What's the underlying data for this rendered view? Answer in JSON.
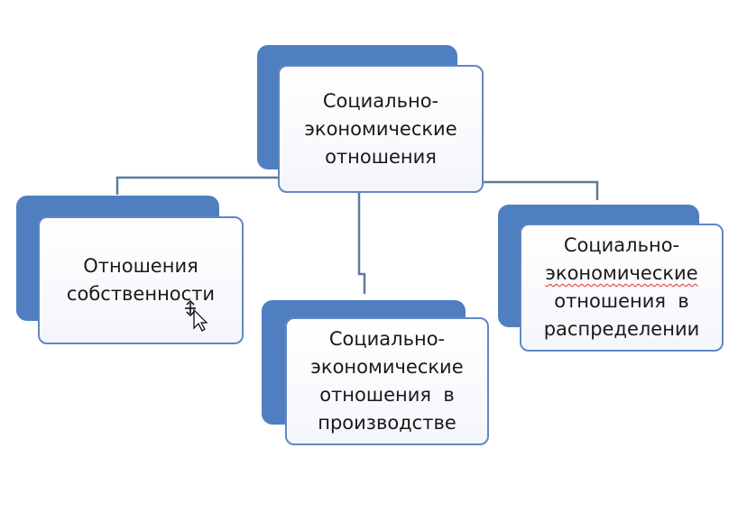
{
  "nodes": {
    "root": {
      "lines": [
        "Социально-",
        "экономические",
        "отношения"
      ]
    },
    "left": {
      "lines": [
        "Отношения",
        "собственности"
      ]
    },
    "middle": {
      "lines": [
        "Социально-",
        "экономические",
        "отношения  в",
        "производстве"
      ]
    },
    "right": {
      "lines": [
        "Социально-",
        "экономические",
        "отношения  в",
        "распределении"
      ]
    }
  },
  "colors": {
    "shape_fill": "#4f7fc0",
    "border": "#6187c2",
    "connector": "#5d7a9e"
  }
}
